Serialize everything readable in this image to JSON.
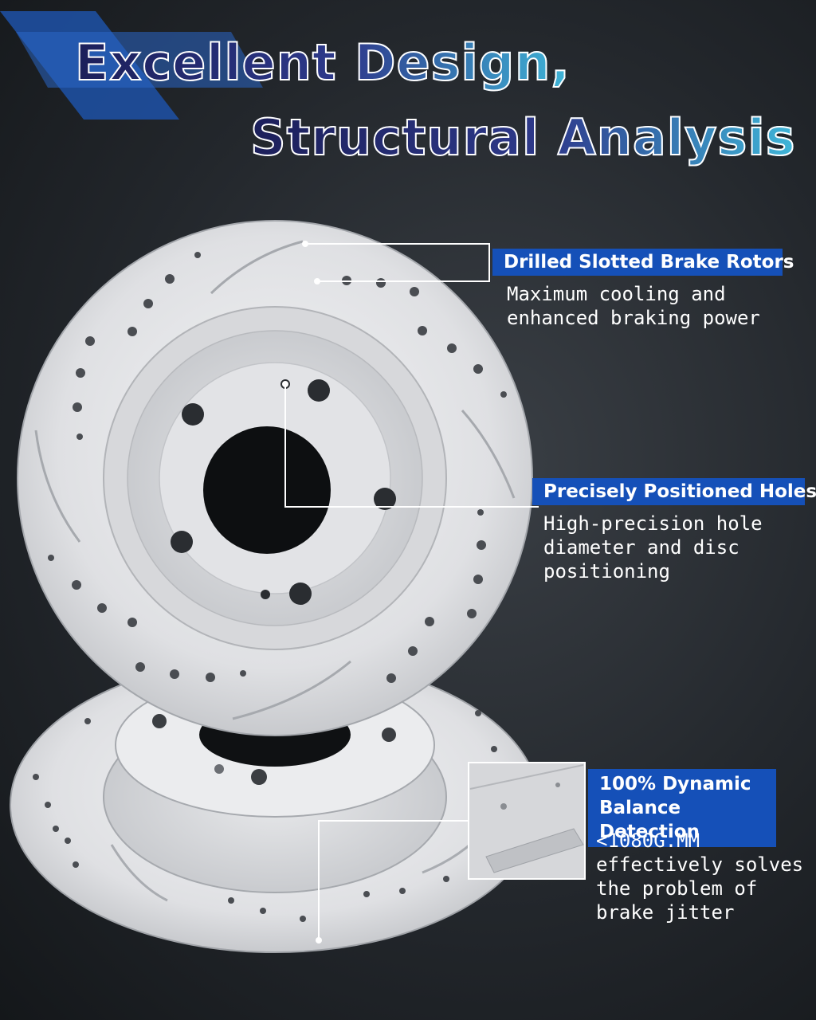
{
  "title": {
    "line1": "Excellent Design,",
    "line2": "Structural Analysis"
  },
  "callouts": [
    {
      "heading": "Drilled Slotted Brake Rotors",
      "description": "Maximum cooling and\nenhanced braking power"
    },
    {
      "heading": "Precisely Positioned Holes",
      "description": "High-precision hole\ndiameter and disc\npositioning"
    },
    {
      "heading": "100% Dynamic\nBalance Detection",
      "description": "<1080G.MM\neffectively solves\nthe problem of\nbrake jitter"
    }
  ],
  "colors": {
    "heading_bg": "#1550b8",
    "accent_stripe": "#1e4fa0",
    "rotor_silver": "#dcdde0"
  }
}
